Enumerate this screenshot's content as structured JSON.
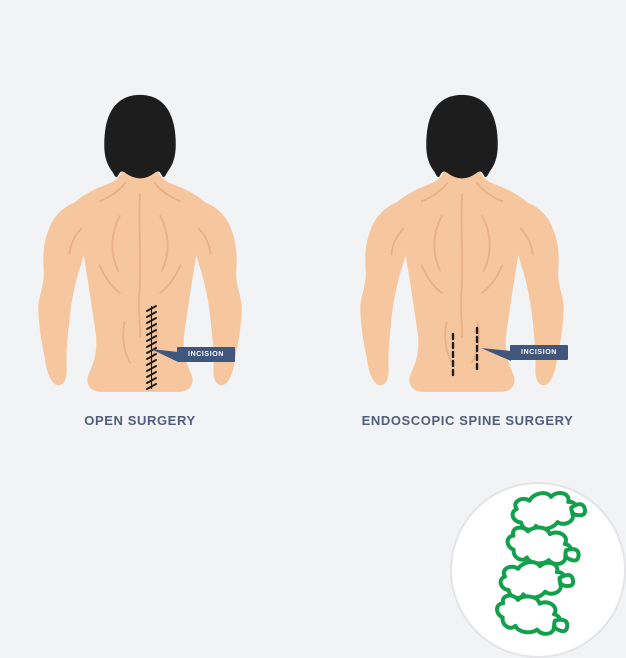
{
  "page": {
    "background_color": "#f2f3f5"
  },
  "figure": {
    "type": "medical-comparison-illustration",
    "panels": [
      {
        "id": "open-surgery",
        "caption": "OPEN SURGERY",
        "incision_label": "INCISION"
      },
      {
        "id": "endoscopic-spine-surgery",
        "caption": "ENDOSCOPIC SPINE SURGERY",
        "incision_label": "INCISION"
      }
    ],
    "colors": {
      "badge": "#41567c",
      "caption": "#4f5e7d",
      "skin": "#f6c79f",
      "hair": "#1e1d1d",
      "incision": "#1d1d1d",
      "spine_icon_green": "#12a04c",
      "circle_fill": "#ffffff",
      "circle_border": "#e4e4e7"
    },
    "icons": [
      {
        "name": "spine-vertebrae-icon"
      }
    ]
  }
}
